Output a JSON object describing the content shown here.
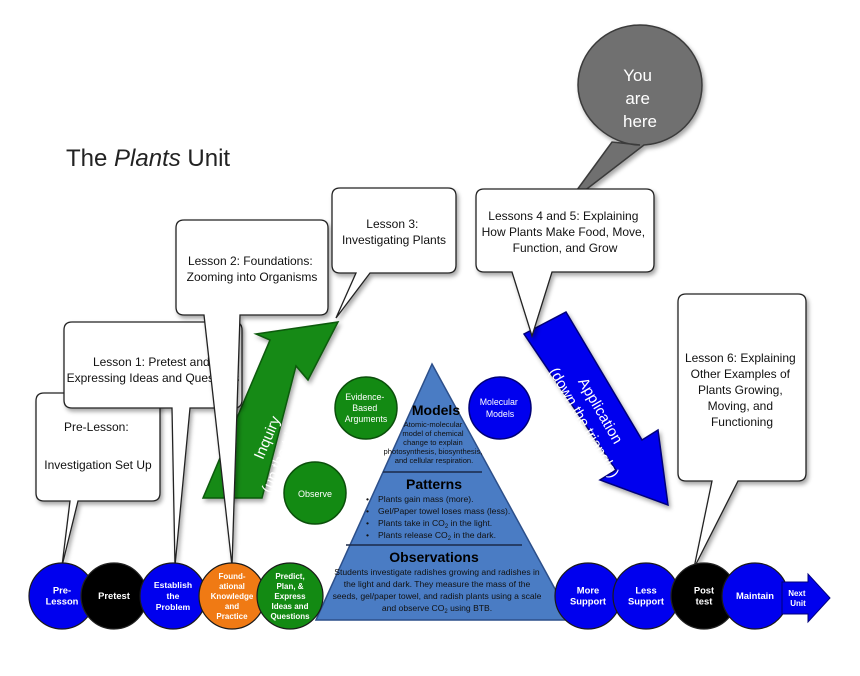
{
  "title": {
    "prefix": "The ",
    "italic": "Plants",
    "suffix": " Unit"
  },
  "you_are_here": [
    "You",
    "are",
    "here"
  ],
  "callouts": {
    "pre_lesson": [
      "Pre-Lesson:",
      "Investigation Set Up"
    ],
    "lesson1": [
      "Lesson 1: Pretest and",
      "Expressing Ideas and Questions"
    ],
    "lesson2": [
      "Lesson 2: Foundations:",
      "Zooming into Organisms"
    ],
    "lesson3": [
      "Lesson 3:",
      "Investigating Plants"
    ],
    "lesson45": [
      "Lessons 4 and 5: Explaining",
      "How Plants Make Food, Move,",
      "Function, and Grow"
    ],
    "lesson6": [
      "Lesson 6: Explaining",
      "Other Examples of",
      "Plants Growing,",
      "Moving, and",
      "Functioning"
    ]
  },
  "arrows": {
    "inquiry": [
      "Inquiry",
      "(up the triangle)"
    ],
    "application": [
      "Application",
      "(down the triangle)"
    ]
  },
  "triangle": {
    "models": {
      "title": "Models",
      "lines": [
        "Atomic-molecular",
        "model of chemical",
        "change to explain",
        "photosynthesis, biosynthesis,",
        "and cellular respiration."
      ]
    },
    "patterns": {
      "title": "Patterns",
      "bullets": [
        {
          "text": "Plants gain mass (more).",
          "sub": "",
          "tail": ""
        },
        {
          "text": "Gel/Paper towel loses mass (less).",
          "sub": "",
          "tail": ""
        },
        {
          "text": "Plants take in CO",
          "sub": "2",
          "tail": " in the light."
        },
        {
          "text": "Plants release CO",
          "sub": "2",
          "tail": " in the dark."
        }
      ]
    },
    "observations": {
      "title": "Observations",
      "lines": [
        {
          "text": "Students investigate radishes growing and radishes in",
          "sub": "",
          "tail": ""
        },
        {
          "text": "the light and dark. They measure the mass of the",
          "sub": "",
          "tail": ""
        },
        {
          "text": "seeds, gel/paper towel, and radish plants using a scale",
          "sub": "",
          "tail": ""
        },
        {
          "text": "and observe CO",
          "sub": "2",
          "tail": " using BTB."
        }
      ]
    }
  },
  "side_circles": {
    "evidence": [
      "Evidence-",
      "Based",
      "Arguments"
    ],
    "molecular": [
      "Molecular",
      "Models"
    ],
    "observe": [
      "Observe"
    ]
  },
  "timeline": [
    {
      "id": "pre-lesson",
      "lines": [
        "Pre-",
        "Lesson"
      ],
      "color": "#0000ee"
    },
    {
      "id": "pretest",
      "lines": [
        "Pretest"
      ],
      "color": "#000000"
    },
    {
      "id": "establish-the-problem",
      "lines": [
        "Establish",
        "the",
        "Problem"
      ],
      "color": "#0000ee"
    },
    {
      "id": "foundational-knowledge",
      "lines": [
        "Found-",
        "ational",
        "Knowledge",
        "and",
        "Practice"
      ],
      "color": "#f07a14"
    },
    {
      "id": "predict-plan-express",
      "lines": [
        "Predict,",
        "Plan, &",
        "Express",
        "Ideas and",
        "Questions"
      ],
      "color": "#138a13"
    },
    {
      "id": "more-support",
      "lines": [
        "More",
        "Support"
      ],
      "color": "#0000ee"
    },
    {
      "id": "less-support",
      "lines": [
        "Less",
        "Support"
      ],
      "color": "#0000ee"
    },
    {
      "id": "post-test",
      "lines": [
        "Post",
        "test"
      ],
      "color": "#000000"
    },
    {
      "id": "maintain",
      "lines": [
        "Maintain"
      ],
      "color": "#0000ee"
    }
  ],
  "next_unit": [
    "Next",
    "Unit"
  ],
  "colors": {
    "blue": "#0000ee",
    "green": "#138a13",
    "orange": "#f07a14",
    "triangle": "#4a7cc4",
    "dark_bubble": "#6f6f6f"
  }
}
